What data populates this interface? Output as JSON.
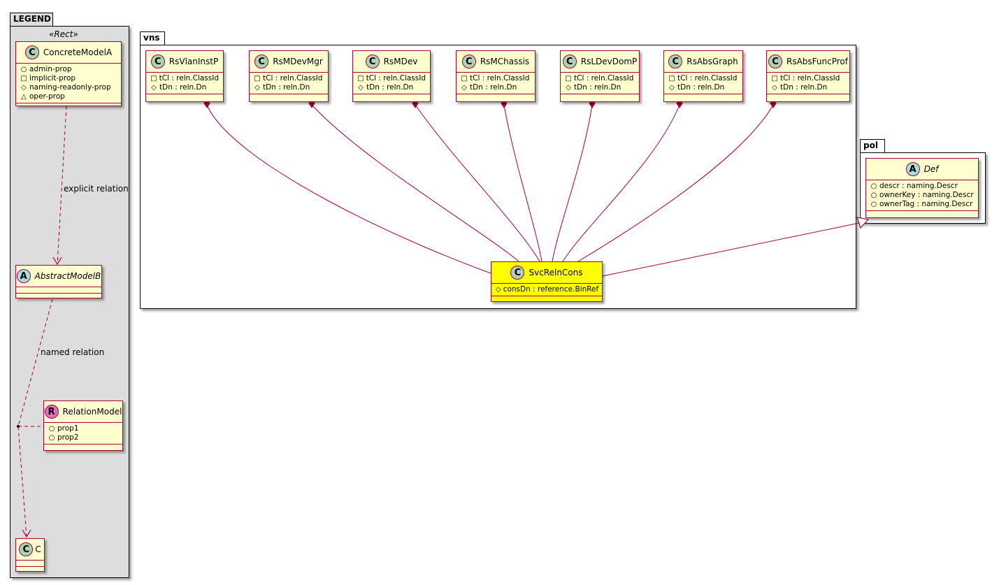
{
  "packages": {
    "legend": {
      "name": "LEGEND",
      "stereotype": "«Rect»"
    },
    "vns": {
      "name": "vns"
    },
    "pol": {
      "name": "pol"
    }
  },
  "legend": {
    "concrete": {
      "name": "ConcreteModelA",
      "badge": "C",
      "attrs": [
        {
          "vis": "○",
          "text": "admin-prop"
        },
        {
          "vis": "□",
          "text": "implicit-prop"
        },
        {
          "vis": "◇",
          "text": "naming-readonly-prop"
        },
        {
          "vis": "△",
          "text": "oper-prop"
        }
      ]
    },
    "abstract": {
      "name": "AbstractModelB",
      "badge": "A"
    },
    "relation": {
      "name": "RelationModel",
      "badge": "R",
      "attrs": [
        {
          "vis": "○",
          "text": "prop1"
        },
        {
          "vis": "○",
          "text": "prop2"
        }
      ]
    },
    "c": {
      "name": "C",
      "badge": "C"
    },
    "explicit_label": "explicit relation",
    "named_label": "named relation"
  },
  "vns_classes": [
    {
      "name": "RsVlanInstP",
      "badge": "C",
      "a1": "tCl : reln.ClassId",
      "a2": "tDn : reln.Dn"
    },
    {
      "name": "RsMDevMgr",
      "badge": "C",
      "a1": "tCl : reln.ClassId",
      "a2": "tDn : reln.Dn"
    },
    {
      "name": "RsMDev",
      "badge": "C",
      "a1": "tCl : reln.ClassId",
      "a2": "tDn : reln.Dn"
    },
    {
      "name": "RsMChassis",
      "badge": "C",
      "a1": "tCl : reln.ClassId",
      "a2": "tDn : reln.Dn"
    },
    {
      "name": "RsLDevDomP",
      "badge": "C",
      "a1": "tCl : reln.ClassId",
      "a2": "tDn : reln.Dn"
    },
    {
      "name": "RsAbsGraph",
      "badge": "C",
      "a1": "tCl : reln.ClassId",
      "a2": "tDn : reln.Dn"
    },
    {
      "name": "RsAbsFuncProf",
      "badge": "C",
      "a1": "tCl : reln.ClassId",
      "a2": "tDn : reln.Dn"
    }
  ],
  "svc": {
    "name": "SvcRelnCons",
    "badge": "C",
    "attr": "consDn : reference.BinRef"
  },
  "def": {
    "name": "Def",
    "badge": "A",
    "attrs": [
      {
        "vis": "○",
        "text": "descr : naming.Descr"
      },
      {
        "vis": "○",
        "text": "ownerKey : naming.Descr"
      },
      {
        "vis": "○",
        "text": "ownerTag : naming.Descr"
      }
    ]
  },
  "colors": {
    "line": "#A80036",
    "class_fill": "#FEFECE",
    "highlight": "#FFFF00",
    "legend_bg": "#DDDDDD"
  }
}
